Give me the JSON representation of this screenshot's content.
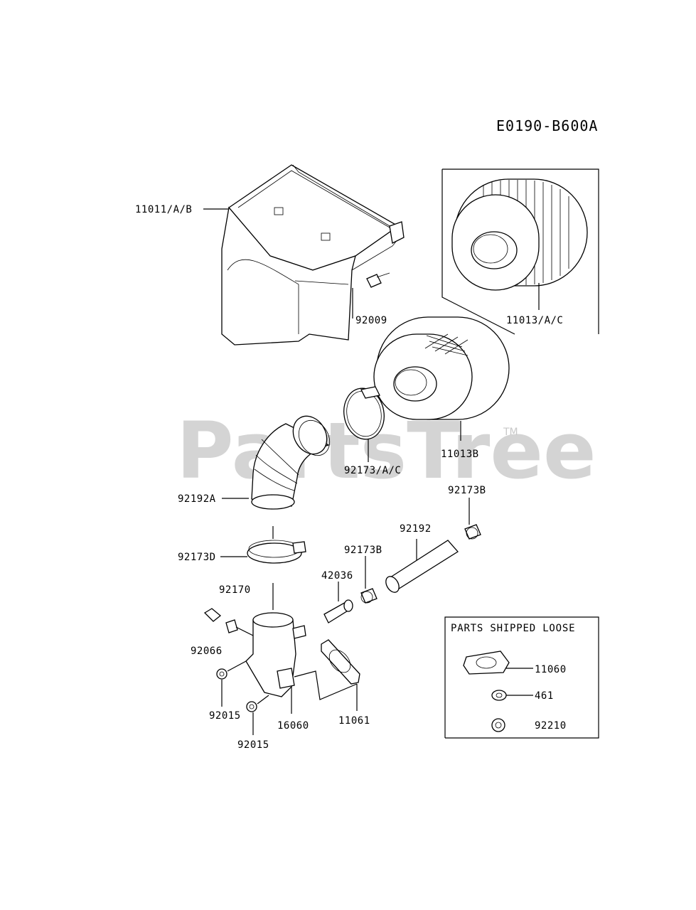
{
  "diagram_code": "E0190-B600A",
  "watermark": {
    "text": "PartsTree",
    "tm": "TM"
  },
  "loose_parts_box": {
    "title": "PARTS SHIPPED LOOSE"
  },
  "labels": {
    "p11011": "11011/A/B",
    "p92009": "92009",
    "p11013": "11013/A/C",
    "p11013b": "11013B",
    "p92173ac": "92173/A/C",
    "p92192a": "92192A",
    "p92173d": "92173D",
    "p92170": "92170",
    "p92066": "92066",
    "p92015a": "92015",
    "p92015b": "92015",
    "p16060": "16060",
    "p11061": "11061",
    "p42036": "42036",
    "p92173b1": "92173B",
    "p92192": "92192",
    "p92173b2": "92173B",
    "p11060": "11060",
    "p461": "461",
    "p92210": "92210"
  }
}
